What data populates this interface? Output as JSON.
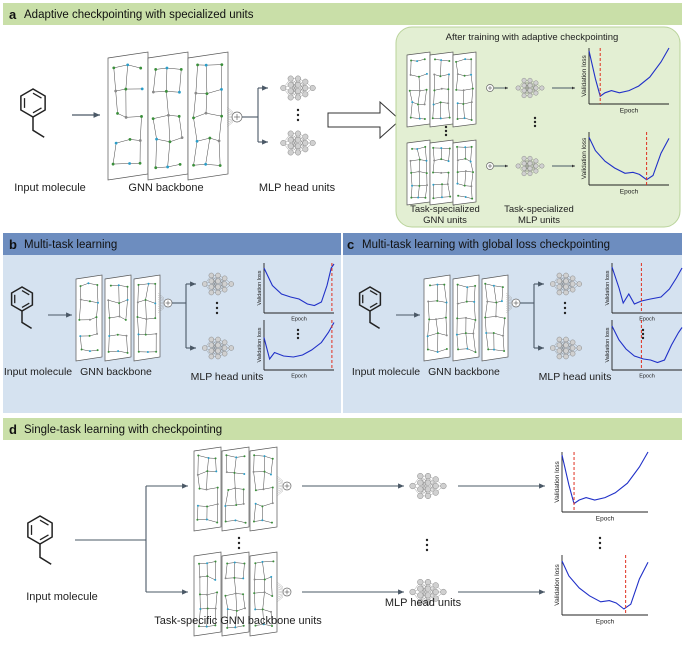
{
  "panels": {
    "a": {
      "letter": "a",
      "title": "Adaptive checkpointing with specialized units",
      "input_label": "Input molecule",
      "backbone_label": "GNN backbone",
      "head_label": "MLP head units",
      "after_title": "After training with adaptive checkpointing",
      "task_gnn_line1": "Task-specialized",
      "task_gnn_line2": "GNN units",
      "task_mlp_line1": "Task-specialized",
      "task_mlp_line2": "MLP units"
    },
    "b": {
      "letter": "b",
      "title": "Multi-task learning",
      "input_label": "Input molecule",
      "backbone_label": "GNN backbone",
      "head_label": "MLP head units"
    },
    "c": {
      "letter": "c",
      "title": "Multi-task learning with global loss checkpointing",
      "input_label": "Input molecule",
      "backbone_label": "GNN backbone",
      "head_label": "MLP head units"
    },
    "d": {
      "letter": "d",
      "title": "Single-task learning with checkpointing",
      "input_label": "Input molecule",
      "backbone_label": "Task-specific GNN backbone units",
      "head_label": "MLP head units"
    }
  },
  "plot": {
    "xlabel": "Epoch",
    "ylabel": "Validation loss"
  },
  "colors": {
    "green_band": "#c9dfa8",
    "green_box": "#e3efd3",
    "blue_band": "#6d8dbf",
    "blue_bg": "#d5e2f0",
    "curve": "#2030c8",
    "checkpoint": "#e03020"
  }
}
